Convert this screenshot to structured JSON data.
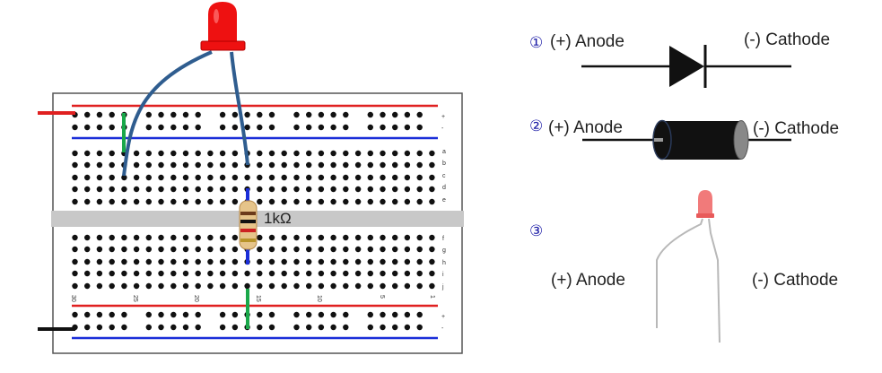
{
  "breadboard": {
    "resistor_label": "1kΩ",
    "row_letters_top": [
      "a",
      "b",
      "c",
      "d",
      "e"
    ],
    "row_letters_bottom": [
      "f",
      "g",
      "h",
      "i",
      "j"
    ],
    "column_numbers": [
      "30",
      "25",
      "20",
      "15",
      "10",
      "5",
      "1"
    ],
    "rail_signs": [
      "+",
      "-",
      "+",
      "-"
    ]
  },
  "symbols": [
    {
      "number": "①",
      "anode": "(+) Anode",
      "cathode": "(-) Cathode"
    },
    {
      "number": "②",
      "anode": "(+) Anode",
      "cathode": "(-) Cathode"
    },
    {
      "number": "③",
      "anode": "(+) Anode",
      "cathode": "(-) Cathode"
    }
  ],
  "colors": {
    "led_red": "#ee1111",
    "rail_red": "#e02020",
    "rail_blue": "#1a2ed8",
    "lead_wire": "#2f5d8f",
    "jumper_green": "#1aa84a",
    "jumper_blue": "#1a2ed8",
    "channel_gray": "#c8c8c8",
    "diode_body": "#111111"
  }
}
